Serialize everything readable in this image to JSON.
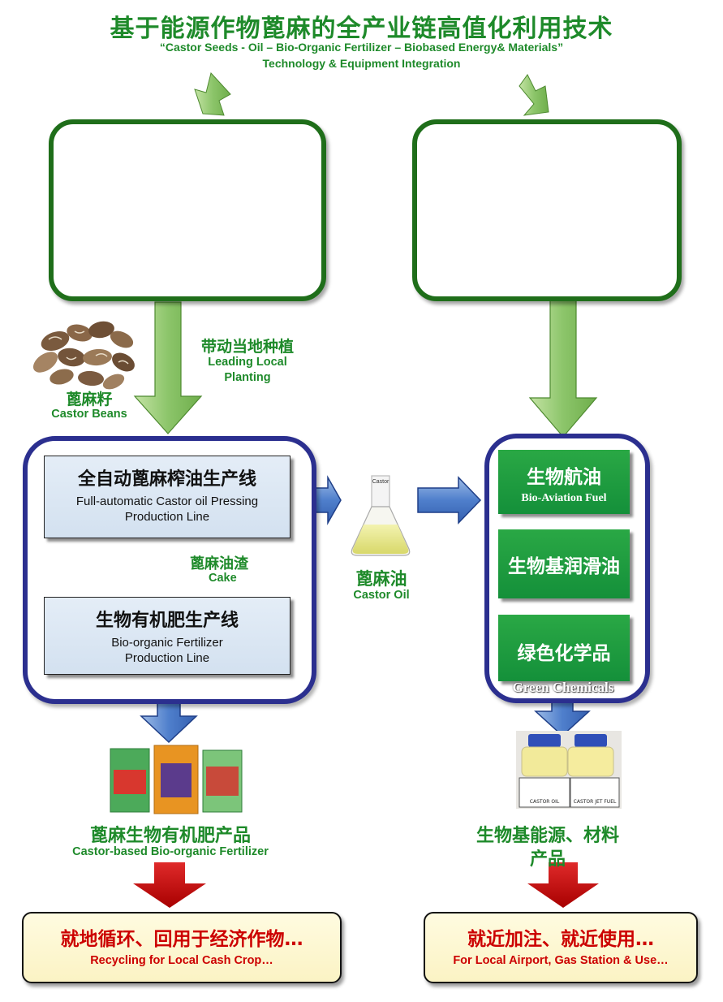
{
  "title": {
    "cn": "基于能源作物蓖麻的全产业链高值化利用技术",
    "en_line1": "“Castor Seeds - Oil – Bio-Organic Fertilizer – Biobased Energy& Materials”",
    "en_line2": "Technology & Equipment Integration"
  },
  "planting": {
    "cn": "带动当地种植",
    "en_line1": "Leading Local",
    "en_line2": "Planting"
  },
  "castor_beans": {
    "cn": "蓖麻籽",
    "en": "Castor Beans"
  },
  "pressing_line": {
    "cn": "全自动蓖麻榨油生产线",
    "en_line1": "Full-automatic Castor oil Pressing",
    "en_line2": "Production Line"
  },
  "cake": {
    "cn": "蓖麻油渣",
    "en": "Cake"
  },
  "fertilizer_line": {
    "cn": "生物有机肥生产线",
    "en_line1": "Bio-organic Fertilizer",
    "en_line2": "Production Line"
  },
  "castor_oil": {
    "cn": "蓖麻油",
    "en": "Castor Oil",
    "flask_label": "Castor"
  },
  "products_right": [
    {
      "cn": "生物航油",
      "en": "Bio-Aviation Fuel"
    },
    {
      "cn": "生物基润滑油",
      "en": ""
    },
    {
      "cn": "绿色化学品",
      "en": "Green Chemicals"
    }
  ],
  "fertilizer_product": {
    "cn": "蓖麻生物有机肥产品",
    "en": "Castor-based Bio-organic Fertilizer"
  },
  "energy_product": {
    "cn_line1": "生物基能源、材料",
    "cn_line2": "产品"
  },
  "bottle_labels": {
    "left": "CASTOR OIL",
    "right": "CASTOR JET FUEL"
  },
  "outcome_left": {
    "cn": "就地循环、回用于经济作物…",
    "en": "Recycling for Local Cash Crop…"
  },
  "outcome_right": {
    "cn": "就近加注、就近使用…",
    "en": "For Local Airport, Gas Station & Use…"
  },
  "colors": {
    "title_green": "#1e8a2a",
    "box_green": "#1f6e1a",
    "box_blue": "#2b2f8f",
    "outcome_red": "#cc0000",
    "product_green": "#1a9a3d"
  }
}
